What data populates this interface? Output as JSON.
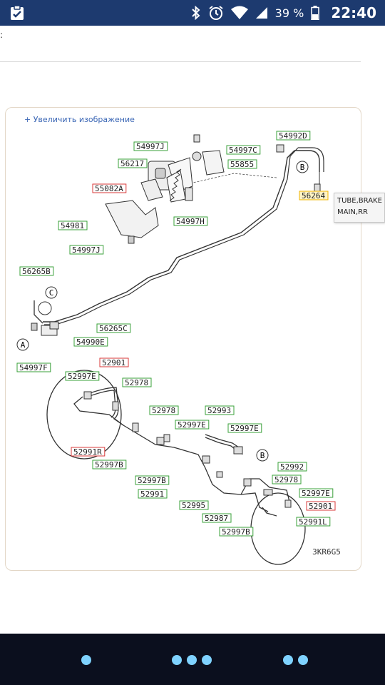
{
  "status_bar": {
    "battery_percent": "39 %",
    "time": "22:40",
    "icons": [
      "clipboard-check-icon",
      "bluetooth-icon",
      "alarm-icon",
      "wifi-icon",
      "signal-icon",
      "battery-icon"
    ]
  },
  "page": {
    "leading_text": ":",
    "zoom_link": "+ Увеличить изображение",
    "diagram_code": "3KR6G5"
  },
  "tooltip": {
    "line1": "TUBE,BRAKE",
    "line2": "MAIN,RR"
  },
  "parts": [
    {
      "id": "p1",
      "label": "54997J",
      "style": "green"
    },
    {
      "id": "p2",
      "label": "54997C",
      "style": "green"
    },
    {
      "id": "p3",
      "label": "54992D",
      "style": "green"
    },
    {
      "id": "p4",
      "label": "56217",
      "style": "green"
    },
    {
      "id": "p5",
      "label": "55855",
      "style": "green"
    },
    {
      "id": "p6",
      "label": "55082A",
      "style": "red"
    },
    {
      "id": "p7",
      "label": "56264",
      "style": "yellow"
    },
    {
      "id": "p8",
      "label": "54997H",
      "style": "green"
    },
    {
      "id": "p9",
      "label": "54981",
      "style": "green"
    },
    {
      "id": "p10",
      "label": "54997J",
      "style": "green"
    },
    {
      "id": "p11",
      "label": "56265B",
      "style": "green"
    },
    {
      "id": "p12",
      "label": "56265C",
      "style": "green"
    },
    {
      "id": "p13",
      "label": "54990E",
      "style": "green"
    },
    {
      "id": "p14",
      "label": "54997F",
      "style": "green"
    },
    {
      "id": "p15",
      "label": "52901",
      "style": "red"
    },
    {
      "id": "p16",
      "label": "52997E",
      "style": "green"
    },
    {
      "id": "p17",
      "label": "52978",
      "style": "green"
    },
    {
      "id": "p18",
      "label": "52978",
      "style": "green"
    },
    {
      "id": "p19",
      "label": "52993",
      "style": "green"
    },
    {
      "id": "p20",
      "label": "52997E",
      "style": "green"
    },
    {
      "id": "p21",
      "label": "52997E",
      "style": "green"
    },
    {
      "id": "p22",
      "label": "52991R",
      "style": "red"
    },
    {
      "id": "p23",
      "label": "52997B",
      "style": "green"
    },
    {
      "id": "p24",
      "label": "52992",
      "style": "green"
    },
    {
      "id": "p25",
      "label": "52978",
      "style": "green"
    },
    {
      "id": "p26",
      "label": "52997B",
      "style": "green"
    },
    {
      "id": "p27",
      "label": "52991",
      "style": "green"
    },
    {
      "id": "p28",
      "label": "52997E",
      "style": "green"
    },
    {
      "id": "p29",
      "label": "52995",
      "style": "green"
    },
    {
      "id": "p30",
      "label": "52901",
      "style": "red"
    },
    {
      "id": "p31",
      "label": "52987",
      "style": "green"
    },
    {
      "id": "p32",
      "label": "52991L",
      "style": "green"
    },
    {
      "id": "p33",
      "label": "52997B",
      "style": "green"
    }
  ],
  "callouts": [
    {
      "id": "c1",
      "letter": "B"
    },
    {
      "id": "c2",
      "letter": "C"
    },
    {
      "id": "c3",
      "letter": "A"
    },
    {
      "id": "c4",
      "letter": "B"
    }
  ],
  "colors": {
    "status_bar": "#1d3a6f",
    "label_green": "#3aa03a",
    "label_red": "#d93a3a",
    "label_yellow": "#f0b400",
    "link": "#3a66b5",
    "nav_dot": "#7fd2ff"
  },
  "nav_bar": {
    "groups": [
      "single-dot",
      "triple-dot",
      "double-dot"
    ]
  }
}
